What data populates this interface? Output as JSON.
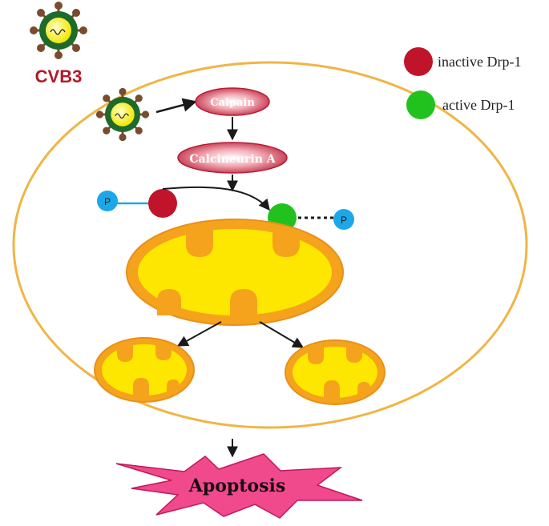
{
  "virus": {
    "label": "CVB3",
    "label_color": "#b3192b"
  },
  "nodes": {
    "calpain": "Calpain",
    "calcineurin": "Calcineurin A",
    "phosphate_left": "P",
    "phosphate_right": "P",
    "outcome": "Apoptosis"
  },
  "legend": {
    "inactive": {
      "label": "inactive Drp-1",
      "color": "#c0142a"
    },
    "active": {
      "label": "active Drp-1",
      "color": "#22c21e"
    }
  },
  "colors": {
    "cell_membrane": "#f0b545",
    "mitochondrion_outer": "#f5a31c",
    "mitochondrion_inner": "#fde600",
    "virus_coat": "#1d6b2b",
    "virus_spikes": "#7a4b2c",
    "virus_core": "#ffff44",
    "enzyme": "#c8233a",
    "phosphate": "#1ca8e8",
    "apoptosis_fill": "#f04a8c",
    "arrows": "#1a1a1a"
  },
  "icons": [
    "virus-icon",
    "mitochondrion-icon",
    "phosphate-icon",
    "explosion-icon"
  ]
}
